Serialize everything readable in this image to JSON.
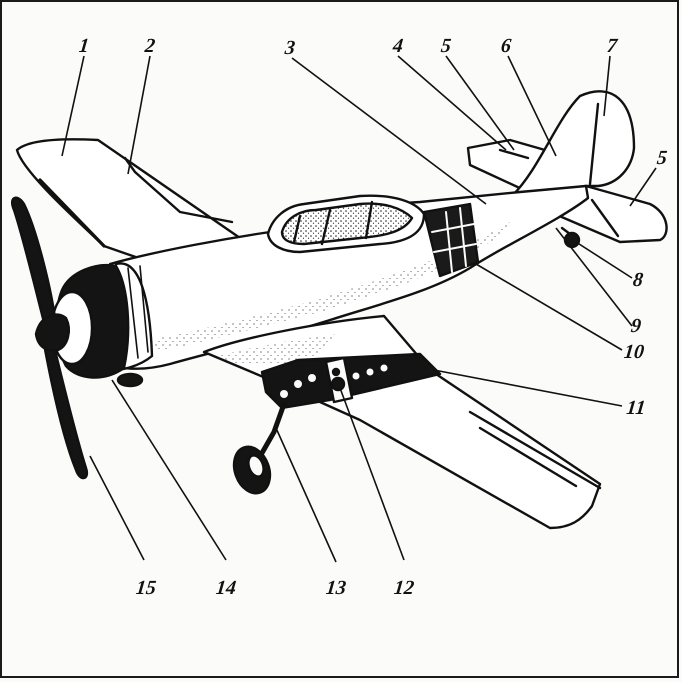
{
  "diagram": {
    "subject": "airplane-model",
    "ink_color": "#111111",
    "paper_color": "#fbfbf9",
    "callouts": [
      {
        "id": "1",
        "label": "1"
      },
      {
        "id": "2",
        "label": "2"
      },
      {
        "id": "3",
        "label": "3"
      },
      {
        "id": "4",
        "label": "4"
      },
      {
        "id": "5a",
        "label": "5"
      },
      {
        "id": "6",
        "label": "6"
      },
      {
        "id": "7",
        "label": "7"
      },
      {
        "id": "5b",
        "label": "5"
      },
      {
        "id": "8",
        "label": "8"
      },
      {
        "id": "9",
        "label": "9"
      },
      {
        "id": "10",
        "label": "10"
      },
      {
        "id": "11",
        "label": "11"
      },
      {
        "id": "12",
        "label": "12"
      },
      {
        "id": "13",
        "label": "13"
      },
      {
        "id": "14",
        "label": "14"
      },
      {
        "id": "15",
        "label": "15"
      }
    ]
  }
}
